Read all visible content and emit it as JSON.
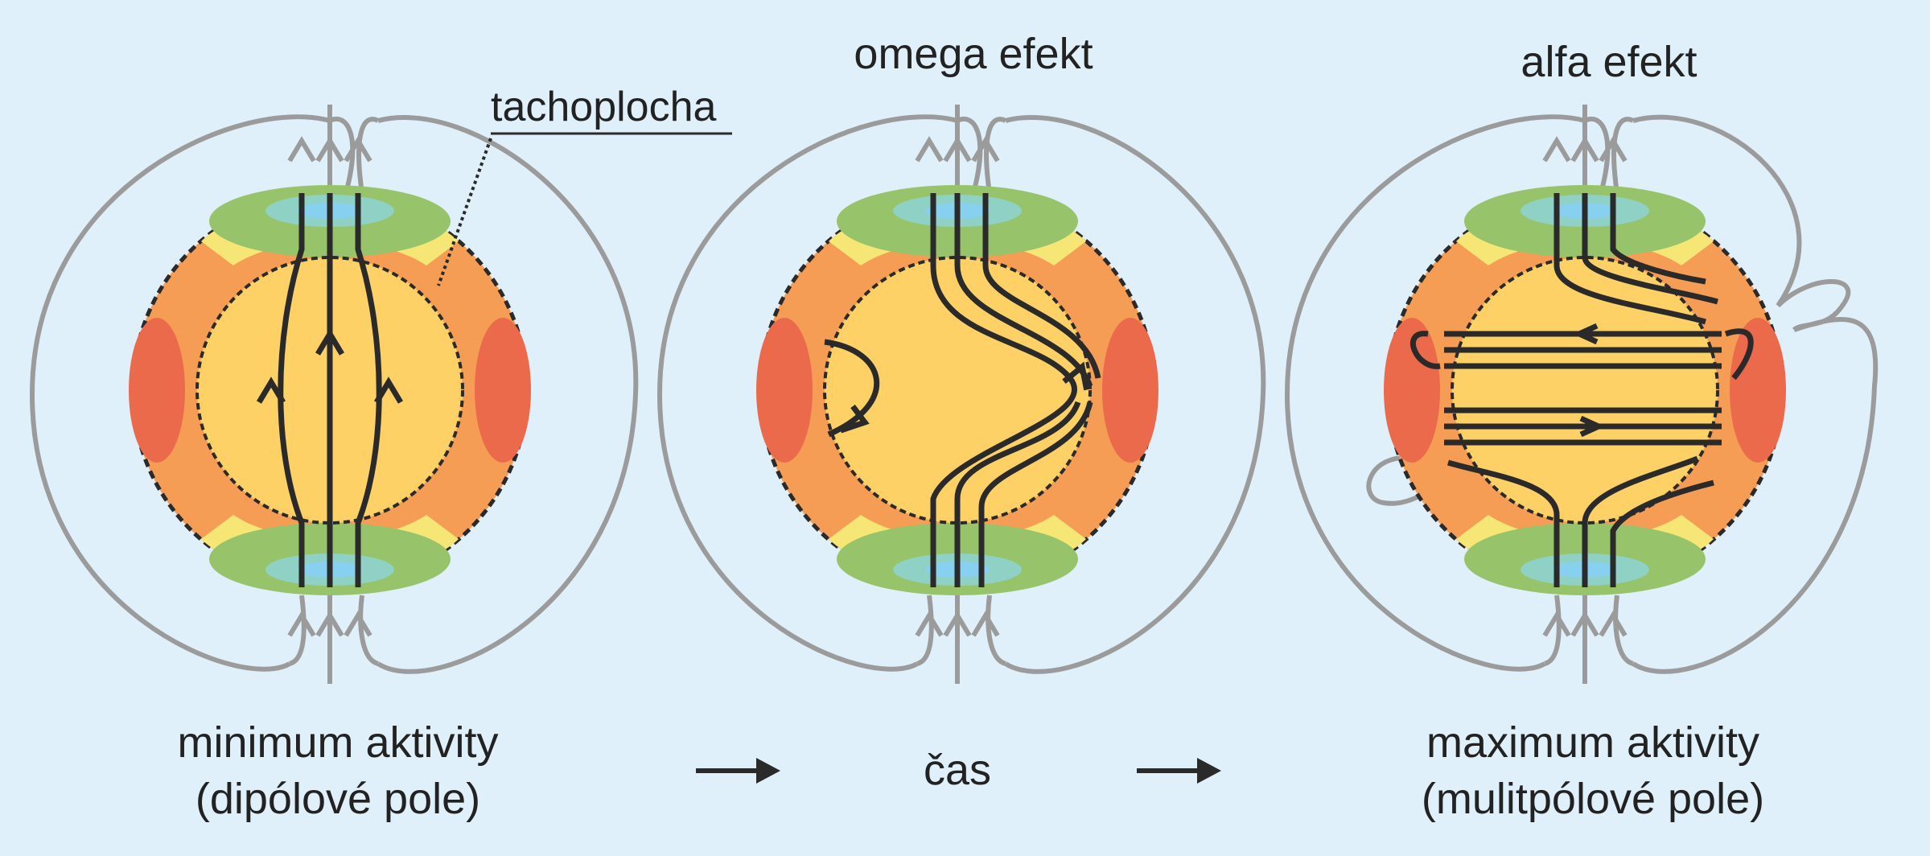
{
  "labels": {
    "tachocline": "tachoplocha",
    "omega": "omega efekt",
    "alpha": "alfa efekt",
    "min_line1": "minimum aktivity",
    "min_line2": "(dipólové pole)",
    "time": "čas",
    "max_line1": "maximum aktivity",
    "max_line2": "(mulitpólové pole)"
  },
  "colors": {
    "background": "#dff0fb",
    "core": "#fdd165",
    "zone_red": "#ec6a4c",
    "zone_orange": "#f59d55",
    "zone_yellow": "#f6e676",
    "zone_green": "#97c46a",
    "zone_teal": "#8fd1c4",
    "zone_blue": "#88d0f0",
    "field_line": "#2a2a2a",
    "outer_field": "#9b9b9b"
  }
}
